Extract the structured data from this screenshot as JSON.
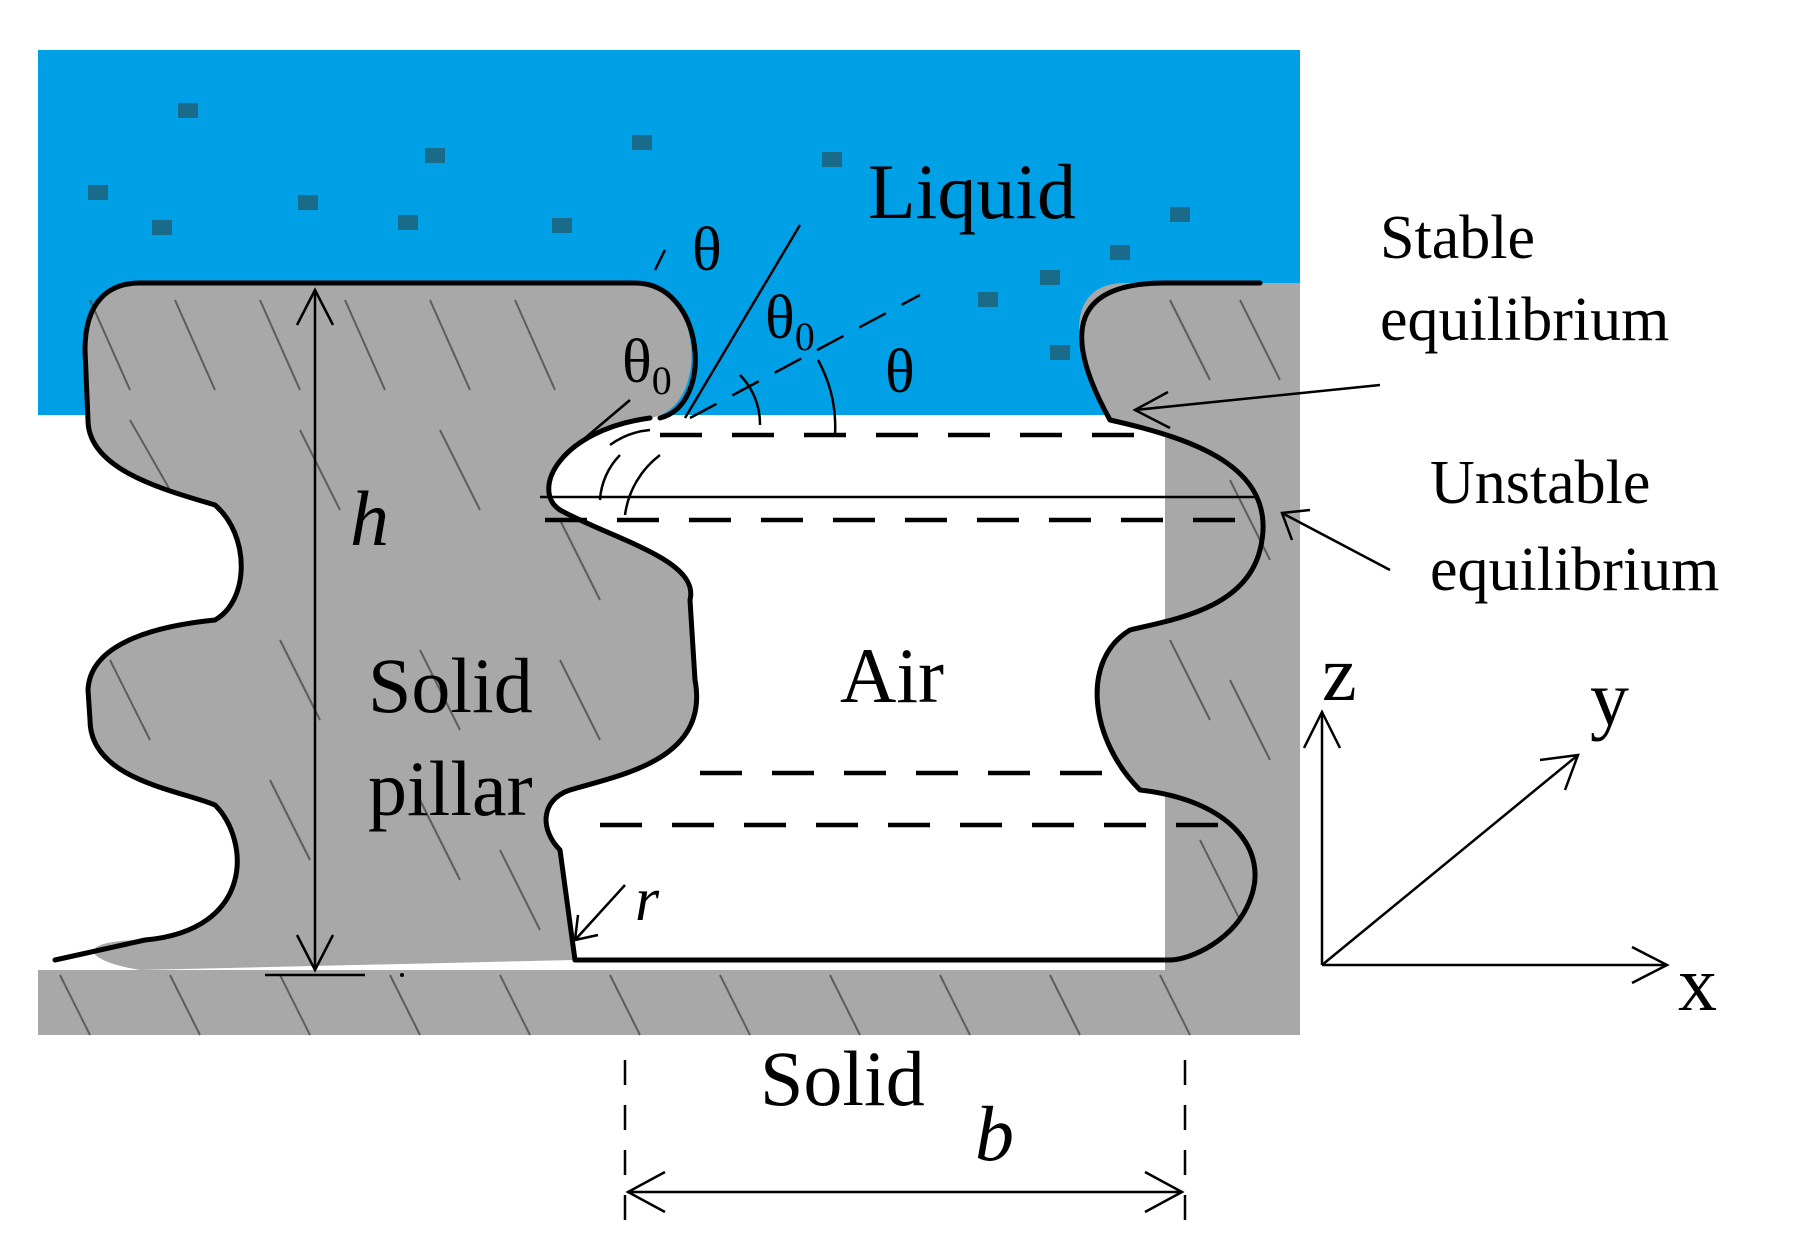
{
  "labels": {
    "liquid": "Liquid",
    "air": "Air",
    "solid_pillar_line1": "Solid",
    "solid_pillar_line2": "pillar",
    "solid": "Solid",
    "stable_line1": "Stable",
    "stable_line2": "equilibrium",
    "unstable_line1": "Unstable",
    "unstable_line2": "equilibrium",
    "h": "h",
    "b": "b",
    "r": "r",
    "theta": "θ",
    "theta0": "θ",
    "theta0_sub": "0",
    "axis_x": "x",
    "axis_y": "y",
    "axis_z": "z"
  },
  "colors": {
    "liquid": "#00a0e6",
    "solid": "#a8a8a8",
    "particle": "#1a6a8a",
    "air": "#ffffff",
    "ink": "#000000"
  }
}
